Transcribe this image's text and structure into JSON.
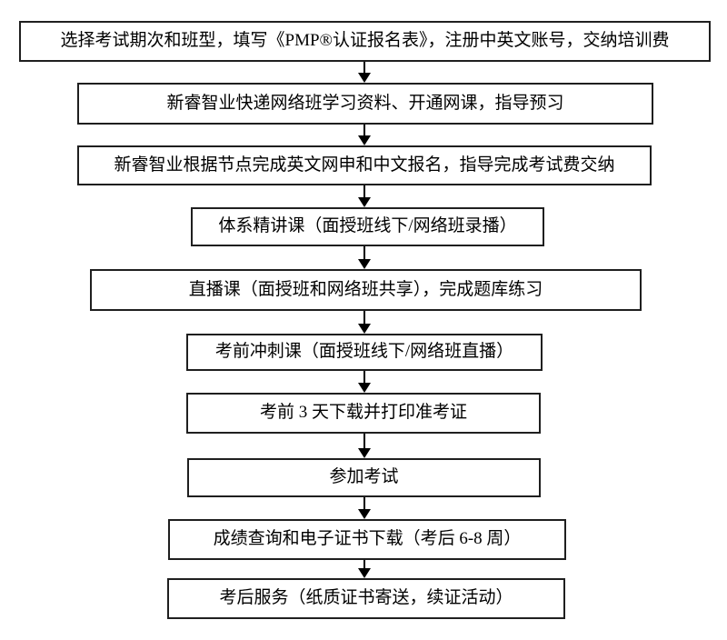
{
  "colors": {
    "border": "#1f1f1f",
    "arrow": "#000000",
    "background": "#ffffff",
    "text": "#000000"
  },
  "steps": [
    {
      "label": "选择考试期次和班型，填写《PMP®认证报名表》，注册中英文账号，交纳培训费"
    },
    {
      "label": "新睿智业快递网络班学习资料、开通网课，指导预习"
    },
    {
      "label": "新睿智业根据节点完成英文网申和中文报名，指导完成考试费交纳"
    },
    {
      "label": "体系精讲课（面授班线下/网络班录播）"
    },
    {
      "label": "直播课（面授班和网络班共享），完成题库练习"
    },
    {
      "label": "考前冲刺课（面授班线下/网络班直播）"
    },
    {
      "label": "考前 3 天下载并打印准考证"
    },
    {
      "label": "参加考试"
    },
    {
      "label": "成绩查询和电子证书下载（考后 6-8 周）"
    },
    {
      "label": "考后服务（纸质证书寄送，续证活动）"
    }
  ]
}
